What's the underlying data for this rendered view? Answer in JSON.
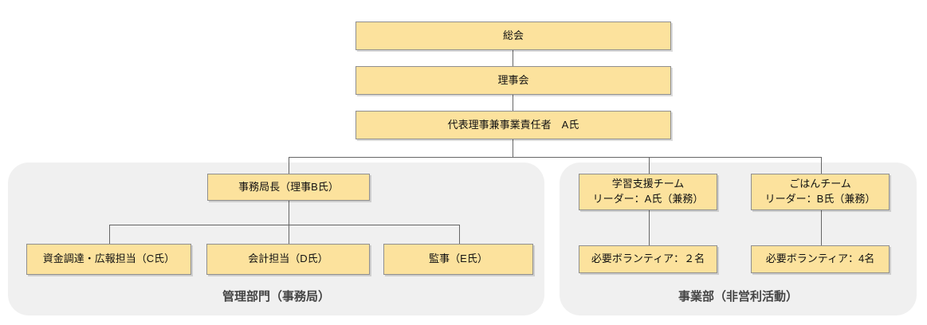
{
  "palette": {
    "node_fill": "#fce29d",
    "node_border": "#8f8f8f",
    "panel_fill": "#f0f0f0",
    "connector_color": "#666666",
    "node_text_color": "#111111",
    "caption_text_color": "#454545"
  },
  "nodes": {
    "assembly": "総会",
    "board": "理事会",
    "representative": "代表理事兼事業責任者　A氏"
  },
  "admin_group": {
    "caption": "管理部門（事務局）",
    "head": "事務局長（理事B氏）",
    "members": [
      {
        "label": "資金調達・広報担当（C氏）"
      },
      {
        "label": "会計担当（D氏）"
      },
      {
        "label": "監事（E氏）"
      }
    ]
  },
  "business_group": {
    "caption": "事業部（非営利活動）",
    "teams": [
      {
        "name": "学習支援チーム",
        "leader": "リーダー：A氏（兼務）",
        "volunteers": "必要ボランティア：２名"
      },
      {
        "name": "ごはんチーム",
        "leader": "リーダー：B氏（兼務）",
        "volunteers": "必要ボランティア：4名"
      }
    ]
  }
}
